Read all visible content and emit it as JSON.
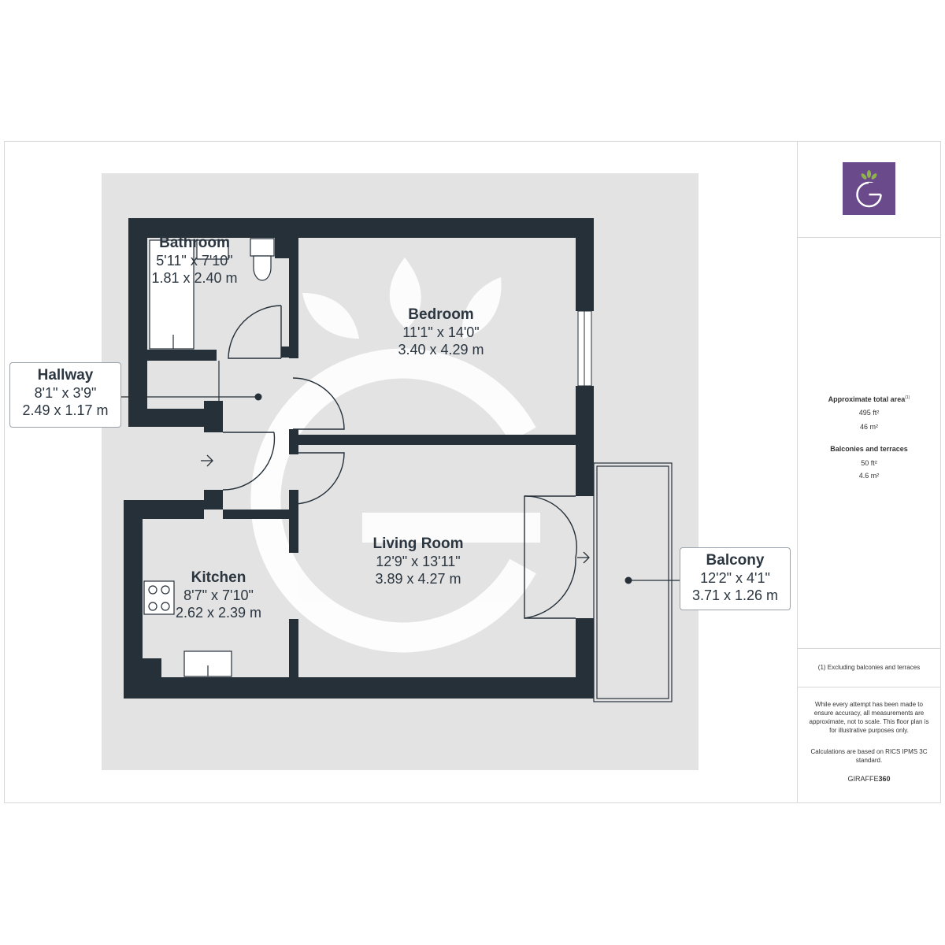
{
  "rooms": {
    "bathroom": {
      "name": "Bathroom",
      "imperial": "5'11\" x 7'10\"",
      "metric": "1.81 x 2.40 m"
    },
    "bedroom": {
      "name": "Bedroom",
      "imperial": "11'1\" x 14'0\"",
      "metric": "3.40 x 4.29 m"
    },
    "hallway": {
      "name": "Hallway",
      "imperial": "8'1\" x 3'9\"",
      "metric": "2.49 x 1.17 m"
    },
    "kitchen": {
      "name": "Kitchen",
      "imperial": "8'7\" x 7'10\"",
      "metric": "2.62 x 2.39 m"
    },
    "living": {
      "name": "Living Room",
      "imperial": "12'9\" x 13'11\"",
      "metric": "3.89 x 4.27 m"
    },
    "balcony": {
      "name": "Balcony",
      "imperial": "12'2\" x 4'1\"",
      "metric": "3.71 x 1.26 m"
    }
  },
  "panel": {
    "total_area_title": "Approximate total area",
    "total_area_note_mark": "(1)",
    "total_area_ft": "495 ft²",
    "total_area_m": "46 m²",
    "balconies_title": "Balconies and terraces",
    "balconies_ft": "50 ft²",
    "balconies_m": "4.6 m²",
    "footnote": "(1) Excluding balconies and terraces",
    "disclaimer": "While every attempt has been made to ensure accuracy, all measurements are approximate, not to scale. This floor plan is for illustrative purposes only.",
    "calculations": "Calculations are based on RICS IPMS 3C standard.",
    "brand_light": "GIRAFFE",
    "brand_bold": "360"
  },
  "colors": {
    "wall": "#263039",
    "background_block": "#e3e3e3",
    "watermark": "#ffffff",
    "logo_bg": "#6b4a8b",
    "leaf_green": "#8fb34a"
  }
}
